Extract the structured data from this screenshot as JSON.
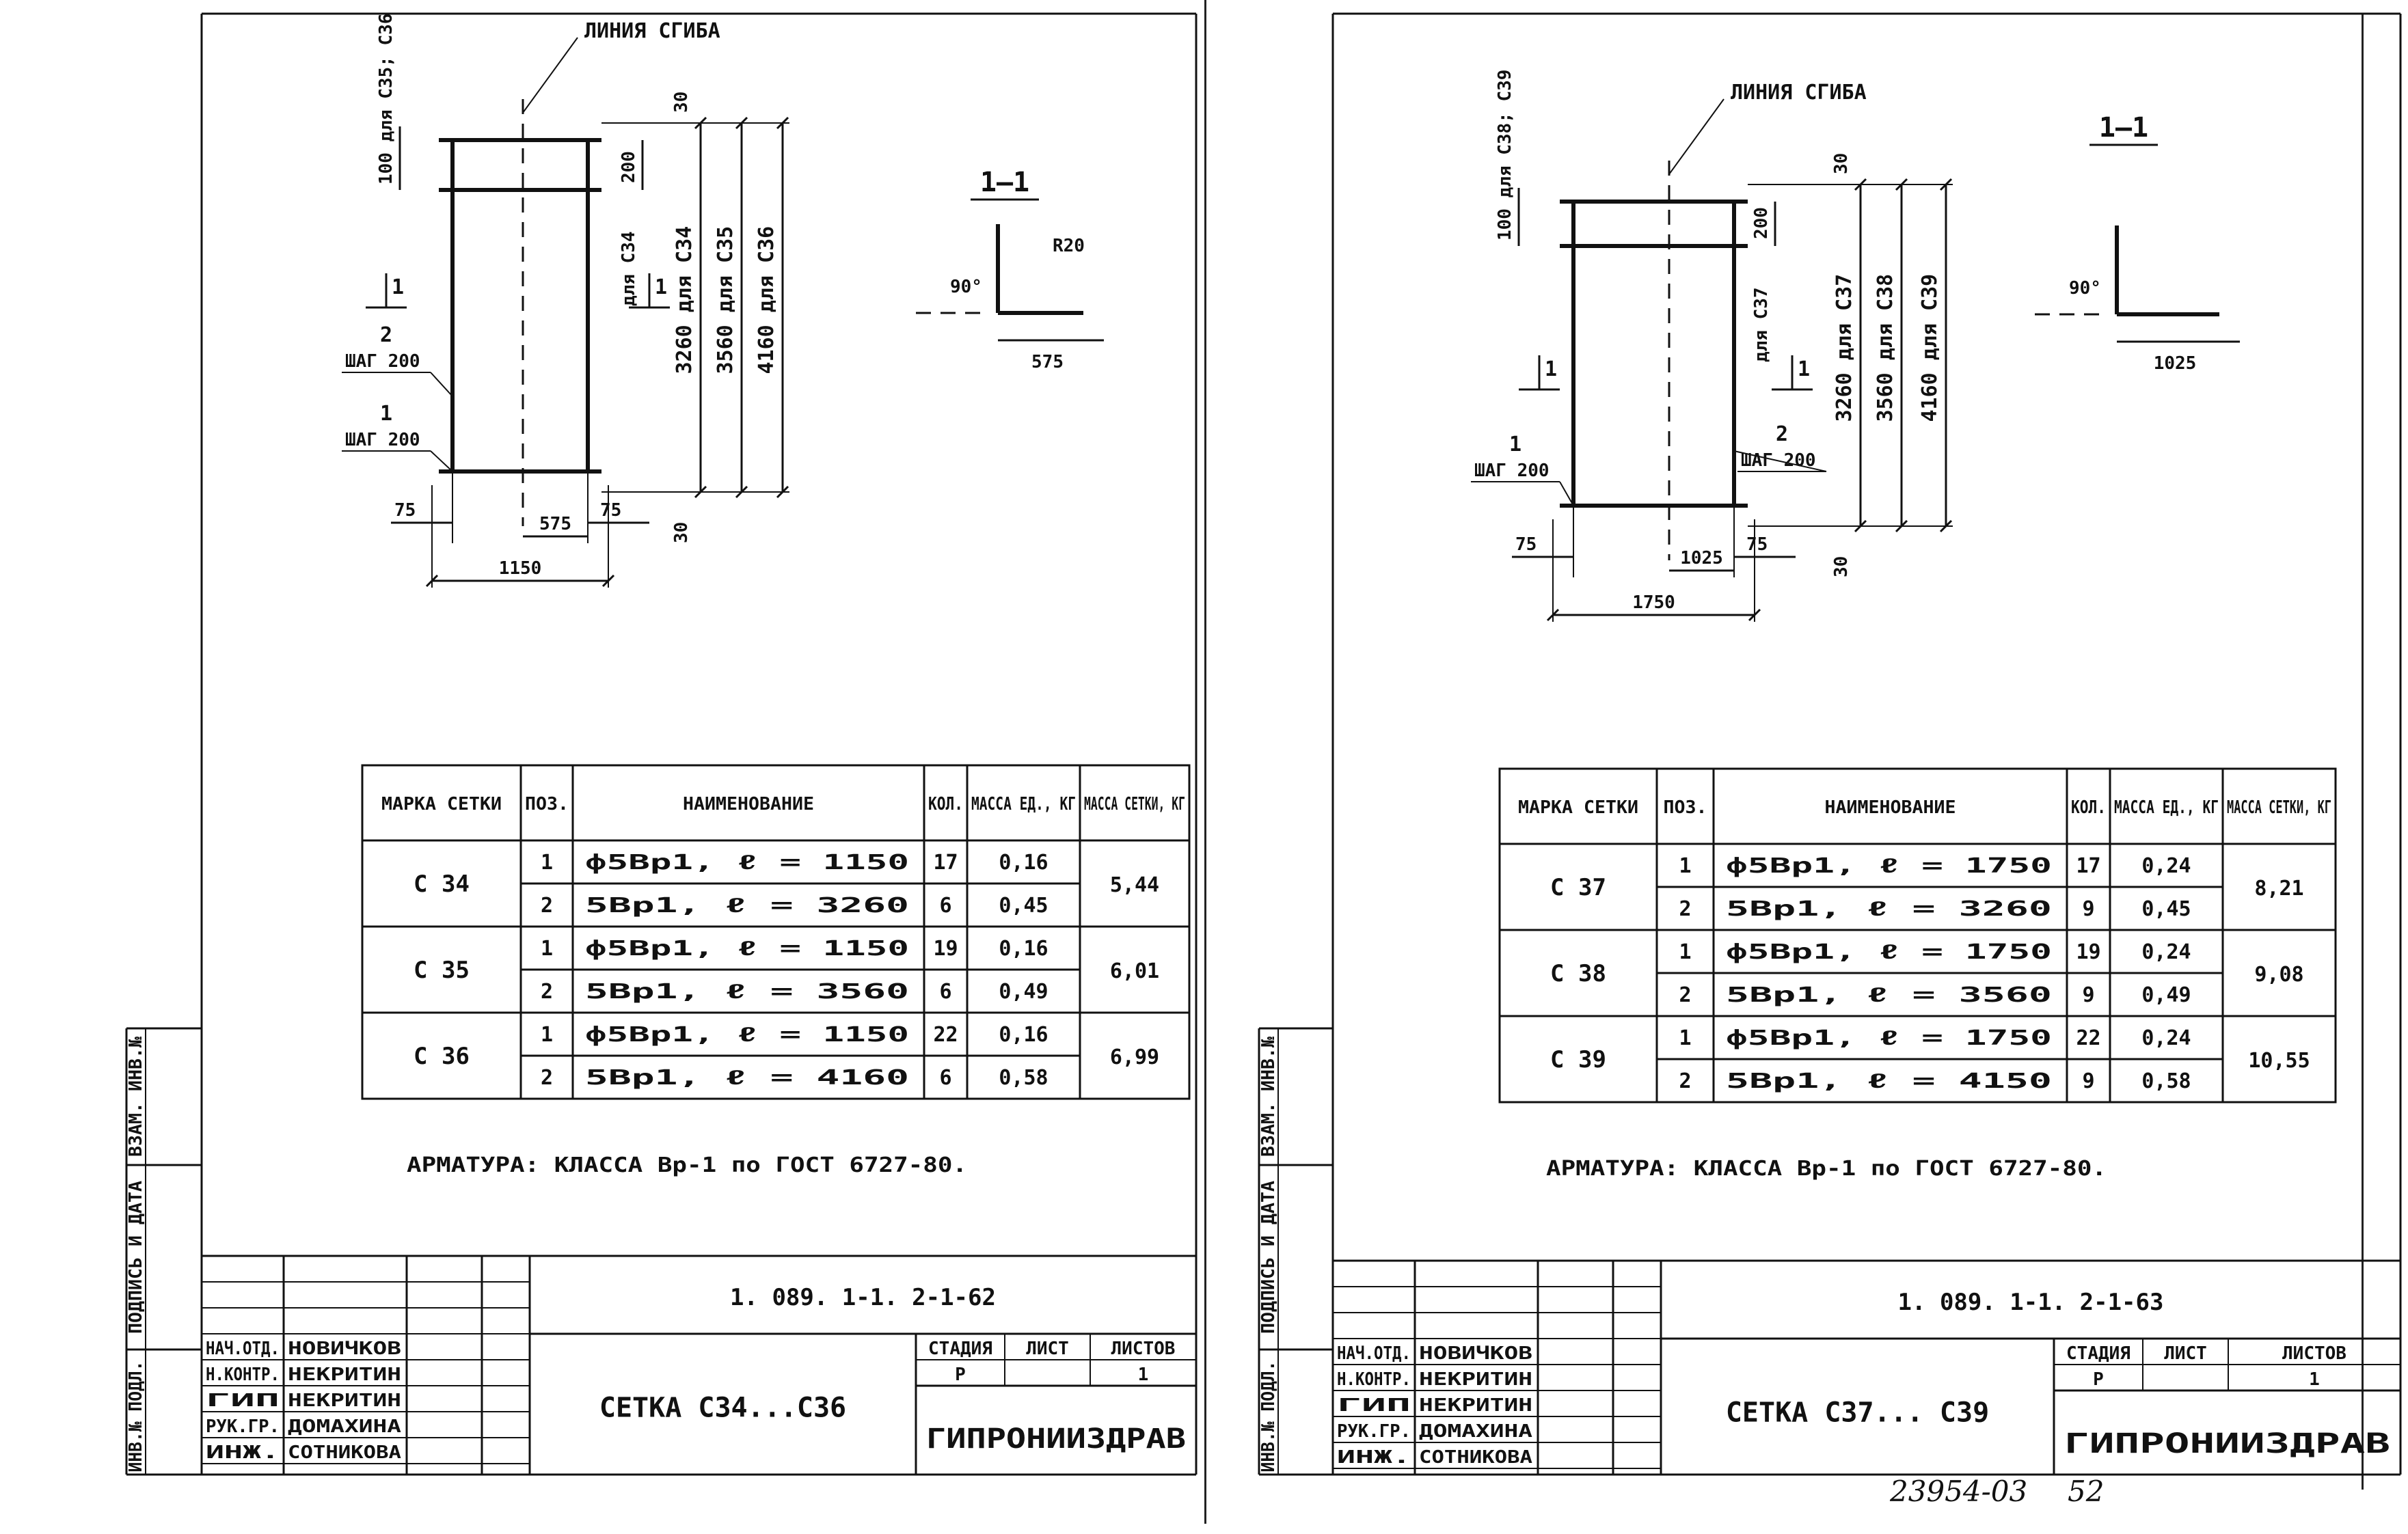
{
  "sheets": [
    {
      "id": "left",
      "bend_line_label": "ЛИНИЯ СГИБА",
      "section_label": "1—1",
      "section_mark": "1",
      "dims": {
        "d100": "100 для С35; С36",
        "d30_top": "30",
        "d200": "200",
        "for_c": "для С34",
        "l1": "3260 для С34",
        "l2": "3560 для С35",
        "l3": "4160 для С36",
        "d30_bot": "30",
        "d75_l": "75",
        "d75_r": "75",
        "d_mid": "575",
        "d_width": "1150",
        "sec_len": "575",
        "sec_r": "R20",
        "sec_angle": "90°"
      },
      "bar_labels": [
        {
          "pos": "2",
          "step": "ШАГ 200"
        },
        {
          "pos": "1",
          "step": "ШАГ 200"
        }
      ],
      "table": {
        "headers": [
          "МАРКА СЕТКИ",
          "ПОЗ.",
          "НАИМЕНОВАНИЕ",
          "КОЛ.",
          "МАССА ЕД., КГ",
          "МАССА СЕТКИ, КГ"
        ],
        "groups": [
          {
            "mark": "С 34",
            "total": "5,44",
            "rows": [
              {
                "pos": "1",
                "name": "ф5Вр1,  ℓ = 1150",
                "qty": "17",
                "unit": "0,16"
              },
              {
                "pos": "2",
                "name": "5Вр1,  ℓ = 3260",
                "qty": "6",
                "unit": "0,45"
              }
            ]
          },
          {
            "mark": "С 35",
            "total": "6,01",
            "rows": [
              {
                "pos": "1",
                "name": "ф5Вр1,  ℓ = 1150",
                "qty": "19",
                "unit": "0,16"
              },
              {
                "pos": "2",
                "name": "5Вр1,  ℓ = 3560",
                "qty": "6",
                "unit": "0,49"
              }
            ]
          },
          {
            "mark": "С 36",
            "total": "6,99",
            "rows": [
              {
                "pos": "1",
                "name": "ф5Вр1,  ℓ = 1150",
                "qty": "22",
                "unit": "0,16"
              },
              {
                "pos": "2",
                "name": "5Вр1,  ℓ = 4160",
                "qty": "6",
                "unit": "0,58"
              }
            ]
          }
        ]
      },
      "note": "АРМАТУРА: КЛАССА  Вр-1  по  ГОСТ 6727-80.",
      "stamp": {
        "code": "1. 089. 1-1. 2-1-62",
        "title": "СЕТКА С34...С36",
        "stage_label": "СТАДИЯ",
        "sheet_label": "ЛИСТ",
        "sheets_label": "ЛИСТОВ",
        "stage": "Р",
        "sheet": "",
        "sheets": "1",
        "org": "ГИПРОНИИЗДРАВ",
        "people": [
          {
            "role": "НАЧ.ОТД.",
            "name": "НОВИЧКОВ"
          },
          {
            "role": "Н.КОНТР.",
            "name": "НЕКРИТИН"
          },
          {
            "role": "ГИП",
            "name": "НЕКРИТИН"
          },
          {
            "role": "РУК.ГР.",
            "name": "ДОМАХИНА"
          },
          {
            "role": "ИНЖ.",
            "name": "СОТНИКОВА"
          }
        ],
        "side": [
          "ВЗАМ. ИНВ.№",
          "ПОДПИСЬ И ДАТА",
          "ИНВ.№ ПОДЛ."
        ]
      }
    },
    {
      "id": "right",
      "bend_line_label": "ЛИНИЯ СГИБА",
      "section_label": "1—1",
      "section_mark": "1",
      "dims": {
        "d100": "100 для С38; С39",
        "d30_top": "30",
        "d200": "200",
        "for_c": "для С37",
        "l1": "3260 для С37",
        "l2": "3560 для С38",
        "l3": "4160 для С39",
        "d30_bot": "30",
        "d75_l": "75",
        "d75_r": "75",
        "d_mid": "1025",
        "d_width": "1750",
        "sec_len": "1025",
        "sec_r": "",
        "sec_angle": "90°"
      },
      "bar_labels": [
        {
          "pos": "1",
          "step": "ШАГ 200"
        },
        {
          "pos": "2",
          "step": "ШАГ 200"
        }
      ],
      "table": {
        "headers": [
          "МАРКА СЕТКИ",
          "ПОЗ.",
          "НАИМЕНОВАНИЕ",
          "КОЛ.",
          "МАССА ЕД., КГ",
          "МАССА СЕТКИ, КГ"
        ],
        "groups": [
          {
            "mark": "С 37",
            "total": "8,21",
            "rows": [
              {
                "pos": "1",
                "name": "ф5Вр1,  ℓ = 1750",
                "qty": "17",
                "unit": "0,24"
              },
              {
                "pos": "2",
                "name": "5Вр1,  ℓ = 3260",
                "qty": "9",
                "unit": "0,45"
              }
            ]
          },
          {
            "mark": "С 38",
            "total": "9,08",
            "rows": [
              {
                "pos": "1",
                "name": "ф5Вр1,  ℓ = 1750",
                "qty": "19",
                "unit": "0,24"
              },
              {
                "pos": "2",
                "name": "5Вр1,  ℓ = 3560",
                "qty": "9",
                "unit": "0,49"
              }
            ]
          },
          {
            "mark": "С 39",
            "total": "10,55",
            "rows": [
              {
                "pos": "1",
                "name": "ф5Вр1,  ℓ = 1750",
                "qty": "22",
                "unit": "0,24"
              },
              {
                "pos": "2",
                "name": "5Вр1,  ℓ = 4150",
                "qty": "9",
                "unit": "0,58"
              }
            ]
          }
        ]
      },
      "note": "АРМАТУРА: КЛАССА  Вр-1  по  ГОСТ 6727-80.",
      "stamp": {
        "code": "1. 089. 1-1. 2-1-63",
        "title": "СЕТКА С37... С39",
        "stage_label": "СТАДИЯ",
        "sheet_label": "ЛИСТ",
        "sheets_label": "ЛИСТОВ",
        "stage": "Р",
        "sheet": "",
        "sheets": "1",
        "org": "ГИПРОНИИЗДРАВ",
        "people": [
          {
            "role": "НАЧ.ОТД.",
            "name": "НОВИЧКОВ"
          },
          {
            "role": "Н.КОНТР.",
            "name": "НЕКРИТИН"
          },
          {
            "role": "ГИП",
            "name": "НЕКРИТИН"
          },
          {
            "role": "РУК.ГР.",
            "name": "ДОМАХИНА"
          },
          {
            "role": "ИНЖ.",
            "name": "СОТНИКОВА"
          }
        ],
        "side": [
          "ВЗАМ. ИНВ.№",
          "ПОДПИСЬ И ДАТА",
          "ИНВ.№ ПОДЛ."
        ]
      }
    }
  ],
  "archive_number": "23954-03",
  "page_number": "52"
}
